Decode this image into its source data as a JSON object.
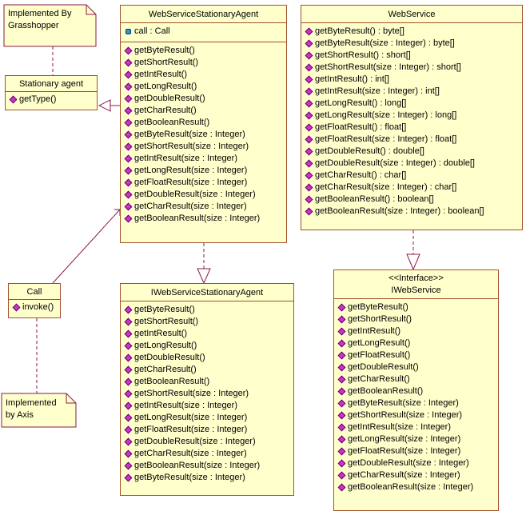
{
  "notes": {
    "grasshopper": "Implemented By\nGrasshopper",
    "axis": "Implemented\nby Axis"
  },
  "stationary_agent": {
    "title": "Stationary agent",
    "methods": [
      "getType()"
    ]
  },
  "call": {
    "title": "Call",
    "methods": [
      "invoke()"
    ]
  },
  "ws_stationary_agent": {
    "title": "WebServiceStationaryAgent",
    "attributes": [
      "call : Call"
    ],
    "methods": [
      "getByteResult()",
      "getShortResult()",
      "getIntResult()",
      "getLongResult()",
      "getDoubleResult()",
      "getCharResult()",
      "getBooleanResult()",
      "getByteResult(size : Integer)",
      "getShortResult(size : Integer)",
      "getIntResult(size : Integer)",
      "getLongResult(size : Integer)",
      "getFloatResult(size : Integer)",
      "getDoubleResult(size : Integer)",
      "getCharResult(size : Integer)",
      "getBooleanResult(size : Integer)"
    ]
  },
  "web_service": {
    "title": "WebService",
    "methods": [
      "getByteResult() : byte[]",
      "getByteResult(size : Integer) : byte[]",
      "getShortResult() : short[]",
      "getShortResult(size : Integer) : short[]",
      "getIntResult() : int[]",
      "getIntResult(size : Integer) : int[]",
      "getLongResult() : long[]",
      "getLongResult(size : Integer) : long[]",
      "getFloatResult() : float[]",
      "getFloatResult(size : Integer) : float[]",
      "getDoubleResult() : double[]",
      "getDoubleResult(size : Integer) : double[]",
      "getCharResult() : char[]",
      "getCharResult(size : Integer) : char[]",
      "getBooleanResult() : boolean[]",
      "getBooleanResult(size : Integer) : boolean[]"
    ]
  },
  "i_ws_stationary_agent": {
    "title": "IWebServiceStationaryAgent",
    "methods": [
      "getByteResult()",
      "getShortResult()",
      "getIntResult()",
      "getLongResult()",
      "getDoubleResult()",
      "getCharResult()",
      "getBooleanResult()",
      "getShortResult(size : Integer)",
      "getIntResult(size : Integer)",
      "getLongResult(size : Integer)",
      "getFloatResult(size : Integer)",
      "getDoubleResult(size : Integer)",
      "getCharResult(size : Integer)",
      "getBooleanResult(size : Integer)",
      "getByteResult(size : Integer)"
    ]
  },
  "i_web_service": {
    "stereotype": "<<Interface>>",
    "title": "IWebService",
    "methods": [
      "getByteResult()",
      "getShortResult()",
      "getIntResult()",
      "getLongResult()",
      "getFloatResult()",
      "getDoubleResult()",
      "getCharResult()",
      "getBooleanResult()",
      "getByteResult(size : Integer)",
      "getShortResult(size : Integer)",
      "getIntResult(size : Integer)",
      "getLongResult(size : Integer)",
      "getFloatResult(size : Integer)",
      "getDoubleResult(size : Integer)",
      "getCharResult(size : Integer)",
      "getBooleanResult(size : Integer)"
    ]
  },
  "colors": {
    "box_fill": "#ffffcc",
    "box_border": "#a0522d",
    "line": "#8b1a4a",
    "method_icon": "#cc33cc"
  }
}
